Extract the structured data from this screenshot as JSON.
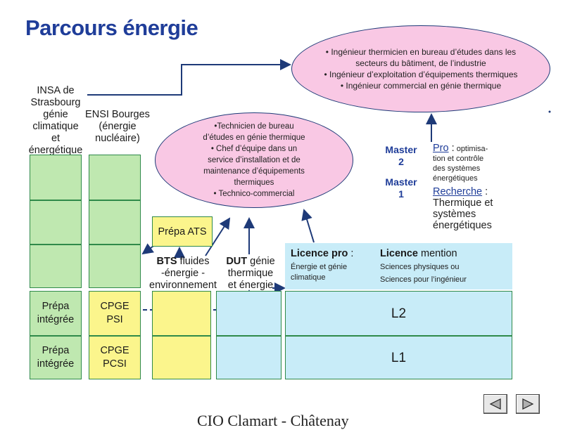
{
  "title": "Parcours énergie",
  "ellipse_top": {
    "lines": [
      "• Ingénieur thermicien en bureau d’études dans les",
      "secteurs du bâtiment, de l’industrie",
      "• Ingénieur d’exploitation d’équipements thermiques",
      "• Ingénieur commercial en génie thermique"
    ]
  },
  "ellipse_mid": {
    "lines": [
      "•Technicien de bureau",
      "d’études en génie thermique",
      "• Chef d’équipe dans un",
      "service d’installation et de",
      "maintenance d’équipements",
      "thermiques",
      "• Technico-commercial"
    ]
  },
  "insa": {
    "lines": [
      "INSA de",
      "Strasbourg",
      "génie",
      "climatique",
      "et",
      "énergétique"
    ]
  },
  "ensi": {
    "lines": [
      "ENSI Bourges",
      "(énergie",
      "nucléaire)"
    ]
  },
  "prepa_ats": "Prépa ATS",
  "bts": {
    "bold": "BTS",
    "rest": " fluides",
    "line2": "-énergie -",
    "line3": "environnement"
  },
  "dut": {
    "bold": "DUT",
    "rest": " génie",
    "line2": "thermique",
    "line3": "et énergie"
  },
  "licence": {
    "pro_bold": "Licence pro",
    "pro_colon": " :",
    "pro_sub1": "Énergie et génie",
    "pro_sub2": "climatique",
    "mention_bold": "Licence",
    "mention_rest": " mention",
    "mention_sub1": "Sciences physiques ou",
    "mention_sub2": "Sciences pour l’ingénieur"
  },
  "master2": {
    "l1": "Master",
    "l2": "2"
  },
  "master1": {
    "l1": "Master",
    "l2": "1"
  },
  "master_pro": {
    "label": "Pro",
    "colon": " :",
    "t1": " optimisa-",
    "t2": "tion et contrôle",
    "t3": "des systèmes",
    "t4": "énergétiques"
  },
  "master_rech": {
    "label": "Recherche",
    "colon": " :",
    "t1": "Thermique et",
    "t2": "systèmes",
    "t3": "énergétiques"
  },
  "rows": {
    "col1": {
      "r2": {
        "l1": "Prépa",
        "l2": "intégrée"
      },
      "r1": {
        "l1": "Prépa",
        "l2": "intégrée"
      }
    },
    "col2": {
      "r2": {
        "l1": "CPGE",
        "l2": "PSI"
      },
      "r1": {
        "l1": "CPGE",
        "l2": "PCSI"
      }
    },
    "l2": "L2",
    "l1": "L1"
  },
  "footer": "CIO Clamart - Châtenay",
  "nav": {
    "prev": "◀",
    "next": "▶"
  },
  "colors": {
    "title": "#1f3d99",
    "ellipse": "#f9c8e4",
    "green": "#bfe8b0",
    "yellow": "#fbf58c",
    "blue": "#c8ecf8",
    "arrow": "#1e3a78"
  }
}
